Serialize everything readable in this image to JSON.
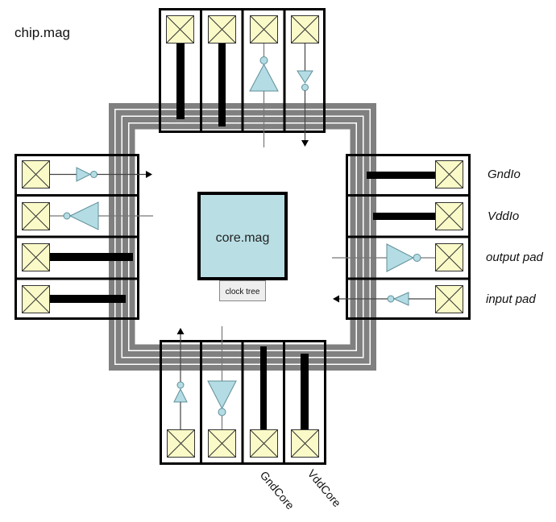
{
  "title": "chip.mag",
  "core": {
    "label": "core.mag",
    "clock_tree": "clock tree"
  },
  "right_labels": [
    "GndIo",
    "VddIo",
    "output pad",
    "input pad"
  ],
  "bottom_labels": [
    "GndCore",
    "VddCore"
  ],
  "pad_groups": {
    "top": [
      "power",
      "power",
      "output",
      "input"
    ],
    "left": [
      "input",
      "output",
      "power",
      "power"
    ],
    "right": [
      "power",
      "power",
      "output",
      "input"
    ],
    "bottom": [
      "input",
      "output",
      "power",
      "power"
    ]
  },
  "power_ring": {
    "lines": 4
  },
  "colors": {
    "pad_fill": "#fafac8",
    "buffer_fill": "#b4dce4",
    "core_fill": "#b9dfe5",
    "ring": "#808080",
    "clock_tree_fill": "#eeeeee"
  }
}
